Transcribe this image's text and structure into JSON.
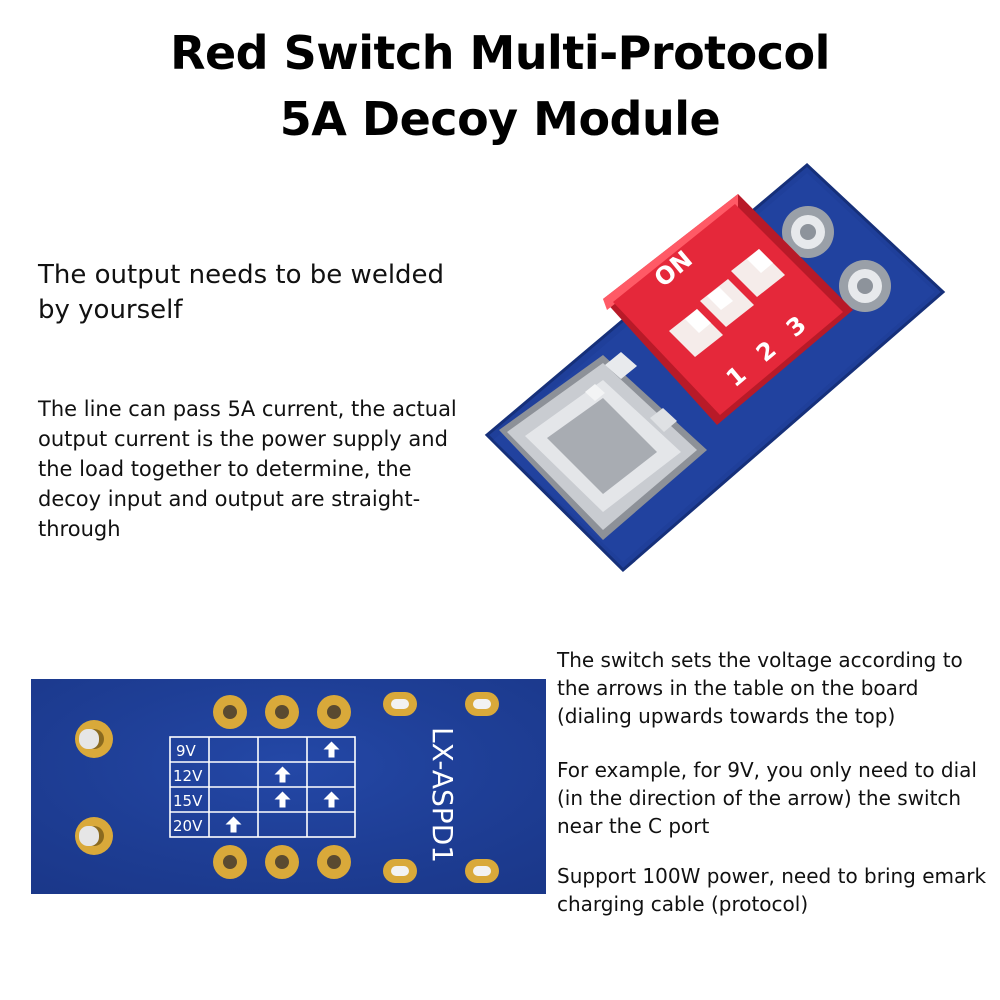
{
  "title": {
    "line1": "Red Switch Multi-Protocol",
    "line2": "5A Decoy Module"
  },
  "left_text": {
    "heading": "The output needs to be welded by yourself",
    "paragraph": "The line can pass 5A current, the actual output current is the power supply and the load together to determine, the decoy input and output are straight-through"
  },
  "right_text": {
    "switch_desc": "The switch sets the voltage according to the arrows in the table on the board (dialing upwards towards the top)",
    "example": "For example, for 9V, you only need to dial (in the direction of the arrow) the switch near the C port",
    "power": "Support 100W power, need to bring emark charging cable (protocol)"
  },
  "module_photo": {
    "switch_on_label": "ON",
    "switch_numbers": [
      "1",
      "2",
      "3"
    ],
    "colors": {
      "pcb": "#1f3f9a",
      "switch": "#e5283a",
      "usb_metal": "#b9bcc2"
    }
  },
  "board": {
    "silkscreen_label": "LX-ASPD1",
    "table": {
      "voltages": [
        "9V",
        "12V",
        "15V",
        "20V"
      ],
      "arrows": [
        [
          false,
          false,
          true
        ],
        [
          false,
          true,
          false
        ],
        [
          false,
          true,
          true
        ],
        [
          true,
          false,
          false
        ]
      ]
    },
    "colors": {
      "pcb": "#1e3e96",
      "pad": "#d9a93a",
      "silk": "#ffffff"
    }
  }
}
